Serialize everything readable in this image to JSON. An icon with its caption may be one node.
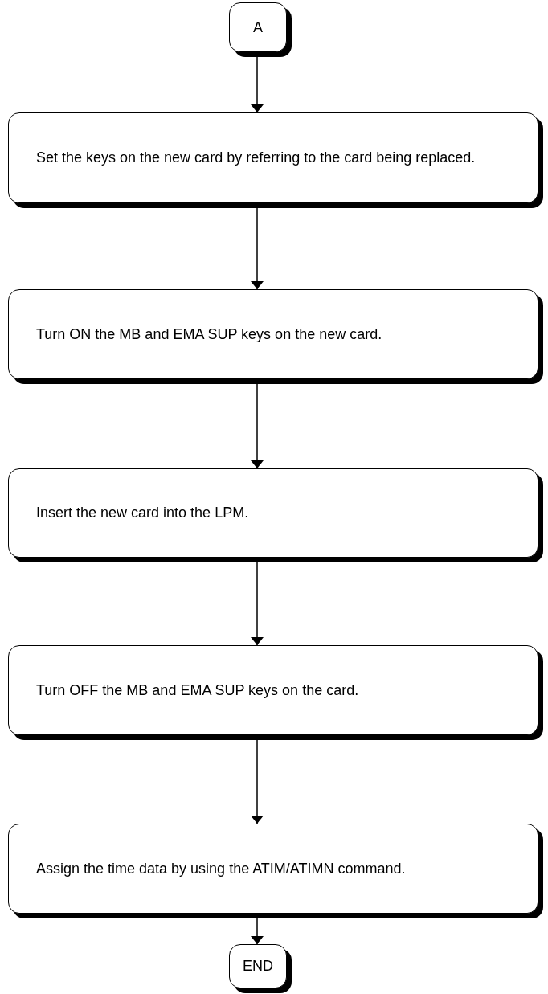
{
  "diagram": {
    "nodes": [
      {
        "text": [
          "A"
        ]
      },
      {
        "text": [
          "Set the keys on the new card by referring to the card being replaced."
        ]
      },
      {
        "text": [
          "Turn ON the MB and EMA SUP keys on the new card."
        ]
      },
      {
        "text": [
          "Insert the new card into the LPM."
        ]
      },
      {
        "text": [
          "Turn OFF the MB and EMA SUP keys on the card."
        ]
      },
      {
        "text": [
          "Assign the time data by using the ATIM/ATIMN command."
        ]
      },
      {
        "text": [
          "END"
        ]
      }
    ],
    "edges": [
      {
        "from": 0,
        "to": 1,
        "arrow": "to"
      },
      {
        "from": 1,
        "to": 2,
        "arrow": "to"
      },
      {
        "from": 2,
        "to": 3,
        "arrow": "to"
      },
      {
        "from": 3,
        "to": 4,
        "arrow": "to"
      },
      {
        "from": 4,
        "to": 5,
        "arrow": "to"
      },
      {
        "from": 5,
        "to": 6,
        "arrow": "to"
      }
    ]
  }
}
